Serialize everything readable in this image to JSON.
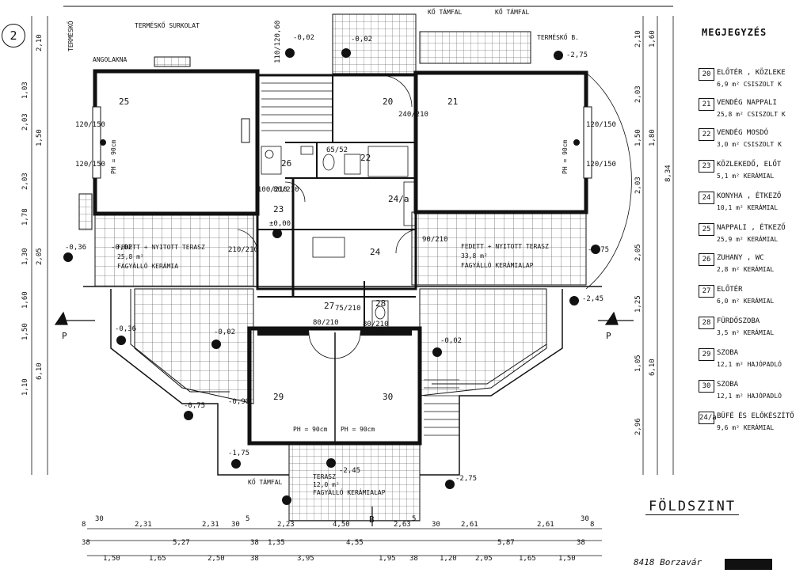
{
  "sheet": {
    "page_number": "2",
    "floor_title": "FÖLDSZINT",
    "signature": "8418 Borzavár"
  },
  "legend": {
    "title": "MEGJEGYZÉS",
    "items": [
      {
        "num": "20",
        "name": "ELŐTÉR , KÖZLEKE",
        "sub": "6,9 m²  CSISZOLT K"
      },
      {
        "num": "21",
        "name": "VENDÉG NAPPALI",
        "sub": "25,8 m²  CSISZOLT K"
      },
      {
        "num": "22",
        "name": "VENDÉG MOSDÓ",
        "sub": "3,0 m²  CSISZOLT K"
      },
      {
        "num": "23",
        "name": "KÖZLEKEDŐ, ELŐT",
        "sub": "5,1 m²  KERÁMIAL"
      },
      {
        "num": "24",
        "name": "KONYHA , ÉTKEZŐ",
        "sub": "10,1 m²  KERÁMIAL"
      },
      {
        "num": "25",
        "name": "NAPPALI , ÉTKEZŐ",
        "sub": "25,9 m²  KERÁMIAL"
      },
      {
        "num": "26",
        "name": "ZUHANY , WC",
        "sub": "2,8 m²  KERÁMIAL"
      },
      {
        "num": "27",
        "name": "ELŐTÉR",
        "sub": "6,0 m²  KERÁMIAL"
      },
      {
        "num": "28",
        "name": "FÜRDŐSZOBA",
        "sub": "3,5 m²  KERÁMIAL"
      },
      {
        "num": "29",
        "name": "SZOBA",
        "sub": "12,1 m²  HAJÓPADLÓ"
      },
      {
        "num": "30",
        "name": "SZOBA",
        "sub": "12,1 m²  HAJÓPADLÓ"
      },
      {
        "num": "24/a",
        "name": "BÜFÉ ÉS ELŐKÉSZÍTŐ",
        "sub": "9,6 m²  KERÁMIAL"
      }
    ]
  },
  "plan": {
    "rooms": [
      "25",
      "20",
      "21",
      "26",
      "22",
      "23",
      "24/a",
      "24",
      "28",
      "27",
      "29",
      "30"
    ],
    "annotations": {
      "termesko_surkolat": "TERMÉSKŐ SURKOLAT",
      "termesko_b": "TERMÉSKŐ B.",
      "angolakna": "ANGOLAKNA",
      "termesko_side": "TERMÉSKŐ",
      "ko_tampal_1": "KŐ TÁMFAL",
      "ko_tampal_2": "KŐ TÁMFAL",
      "ko_tampal_3": "KŐ TÁMFAL",
      "terasz_left_1": "FEDETT + NYITOTT TERASZ",
      "terasz_left_2": "25,8 m²",
      "terasz_left_3": "FAGYÁLLÓ KERÁMIA",
      "terasz_right_1": "FEDETT + NYITOTT TERASZ",
      "terasz_right_2": "33,8 m²",
      "terasz_right_3": "FAGYÁLLÓ KERÁMIALAP",
      "terasz_bottom_1": "TERASZ",
      "terasz_bottom_2": "12,0 m²",
      "terasz_bottom_3": "FAGYÁLLÓ KERÁMIALAP",
      "ph_left": "PH = 90cm",
      "ph_right": "PH = 90cm",
      "ph_29": "PH = 90cm",
      "ph_30": "PH = 90cm",
      "section_left": "P",
      "section_right": "P",
      "section_b": "B"
    },
    "levels": {
      "l1": "-2,75",
      "l2": "-2,75",
      "l3": "-0,36",
      "l4": "-0,02",
      "l5": "±0,00",
      "l6": "-2,45",
      "l7": "-0,36",
      "l8": "-0,02",
      "l9": "-0,02",
      "l10": "-0,75",
      "l11": "-0,90",
      "l12": "-1,75",
      "l13": "-2,45",
      "l14": "-0,02",
      "l15": "-2,75",
      "l16": "-0,02"
    },
    "openings": {
      "o1": "120/150",
      "o2": "120/150",
      "o3": "120/150",
      "o4": "120/150",
      "o5": "100/210",
      "o6": "80/210",
      "o7": "240/210",
      "o8": "65/52",
      "o9": "110/120,60",
      "o10": "210/210",
      "o11": "90/210",
      "o12": "75/210",
      "o13": "80/210",
      "o14": "80/210"
    },
    "dims_bottom_row1": [
      "8",
      "30",
      "2,31",
      "2,31",
      "30",
      "5",
      "2,23",
      "4,50",
      "2,63",
      "5",
      "30",
      "2,61",
      "2,61",
      "30",
      "8"
    ],
    "dims_bottom_row2": [
      "38",
      "5,27",
      "38",
      "4,55",
      "5,87",
      "38"
    ],
    "dims_bottom_row3": [
      "1,50",
      "1,65",
      "2,50",
      "38",
      "1,35",
      "3,95",
      "1,95",
      "38",
      "1,20",
      "2,05",
      "1,65",
      "1,50"
    ],
    "dims_left": [
      "2,10",
      "1,03",
      "2,03",
      "1,50",
      "2,03",
      "1,78",
      "2,05",
      "1,30",
      "1,60",
      "1,50",
      "6,10",
      "1,10"
    ],
    "dims_right": [
      "2,10",
      "1,60",
      "2,03",
      "1,50",
      "1,80",
      "2,03",
      "8,34",
      "2,05",
      "1,25",
      "1,05",
      "6,10",
      "2,96"
    ]
  }
}
